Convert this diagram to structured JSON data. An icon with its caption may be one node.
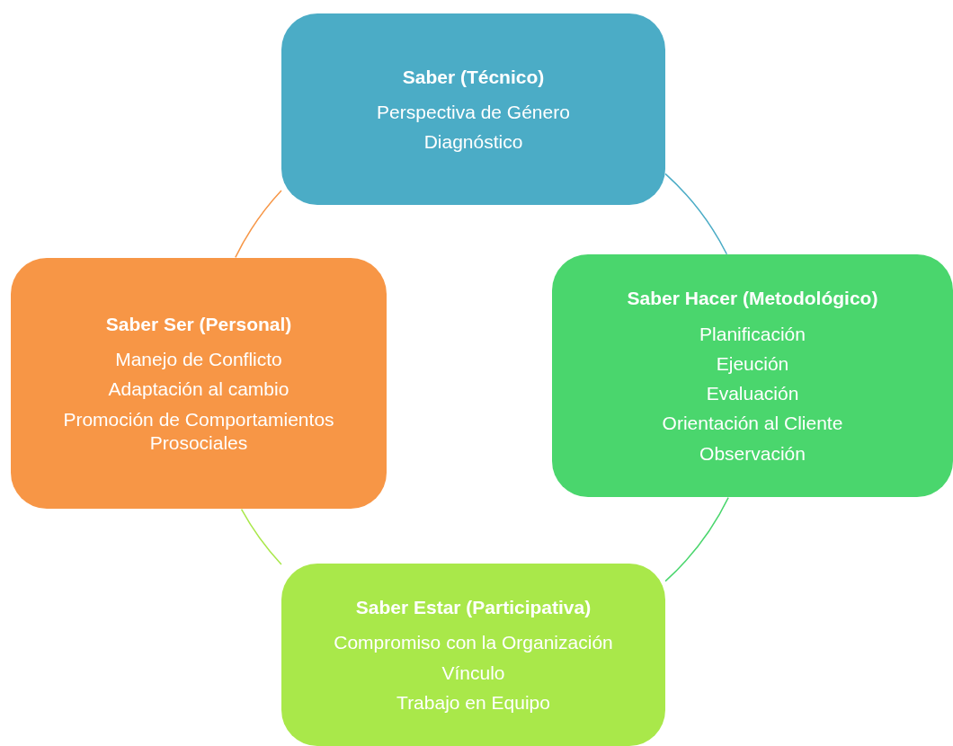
{
  "diagram": {
    "nodes": [
      {
        "text": [
          "Saber (Técnico)",
          "Perspectiva de Género",
          "Diagnóstico"
        ]
      },
      {
        "text": [
          "Saber Ser (Personal)",
          "Manejo de Conflicto",
          "Adaptación al cambio",
          "Promoción de Comportamientos Prosociales"
        ]
      },
      {
        "text": [
          "Saber Hacer (Metodológico)",
          "Planificación",
          "Ejeución",
          "Evaluación",
          "Orientación al Cliente",
          "Observación"
        ]
      },
      {
        "text": [
          "Saber Estar (Participativa)",
          "Compromiso con la Organización",
          "Vínculo",
          "Trabajo en Equipo"
        ]
      }
    ],
    "edges": [
      {
        "from": 0,
        "to": 2,
        "arrow": "none",
        "color": "#4bacc6"
      },
      {
        "from": 2,
        "to": 3,
        "arrow": "none",
        "color": "#4ad66d"
      },
      {
        "from": 3,
        "to": 1,
        "arrow": "none",
        "color": "#a9e84a"
      },
      {
        "from": 1,
        "to": 0,
        "arrow": "none",
        "color": "#f79646"
      }
    ]
  }
}
